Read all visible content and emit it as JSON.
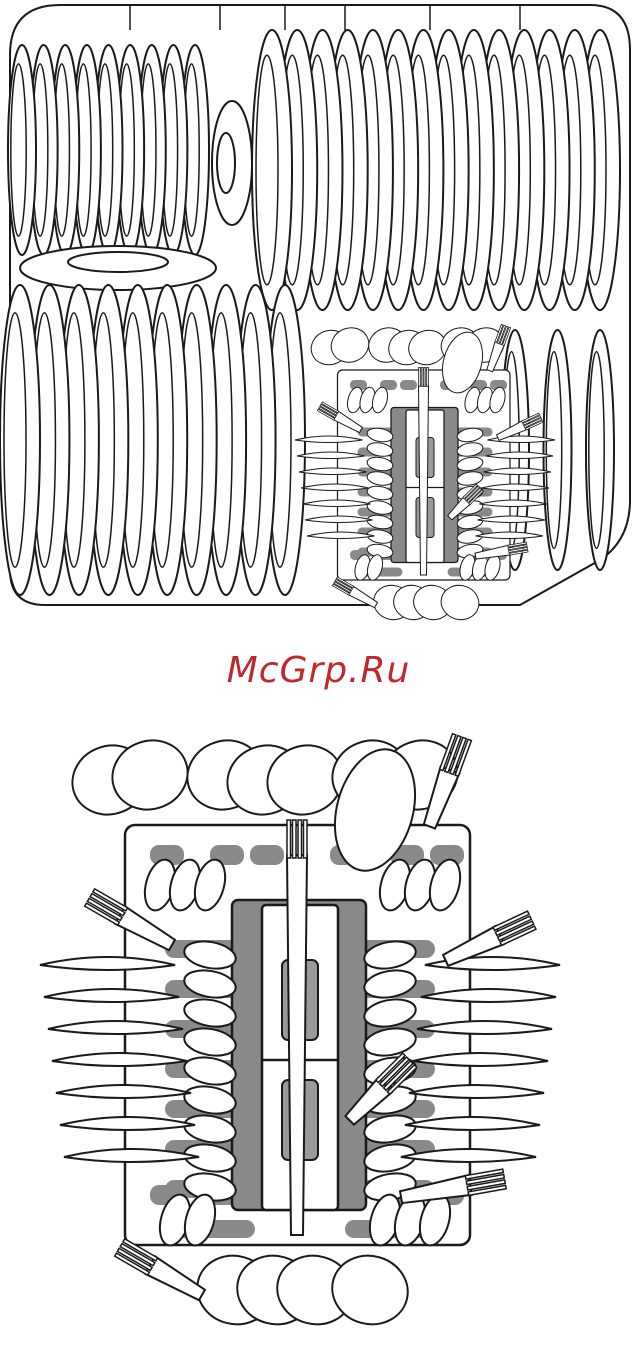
{
  "watermark": {
    "text": "McGrp.Ru",
    "color": "#c0282e"
  },
  "colors": {
    "stroke": "#1a1a1a",
    "fill": "#ffffff",
    "shadow": "#8a8a8a",
    "slot": "#9a9a9a"
  },
  "figures": [
    {
      "name": "dishwasher-lower-basket-loaded"
    },
    {
      "name": "cutlery-basket-top-view"
    }
  ]
}
